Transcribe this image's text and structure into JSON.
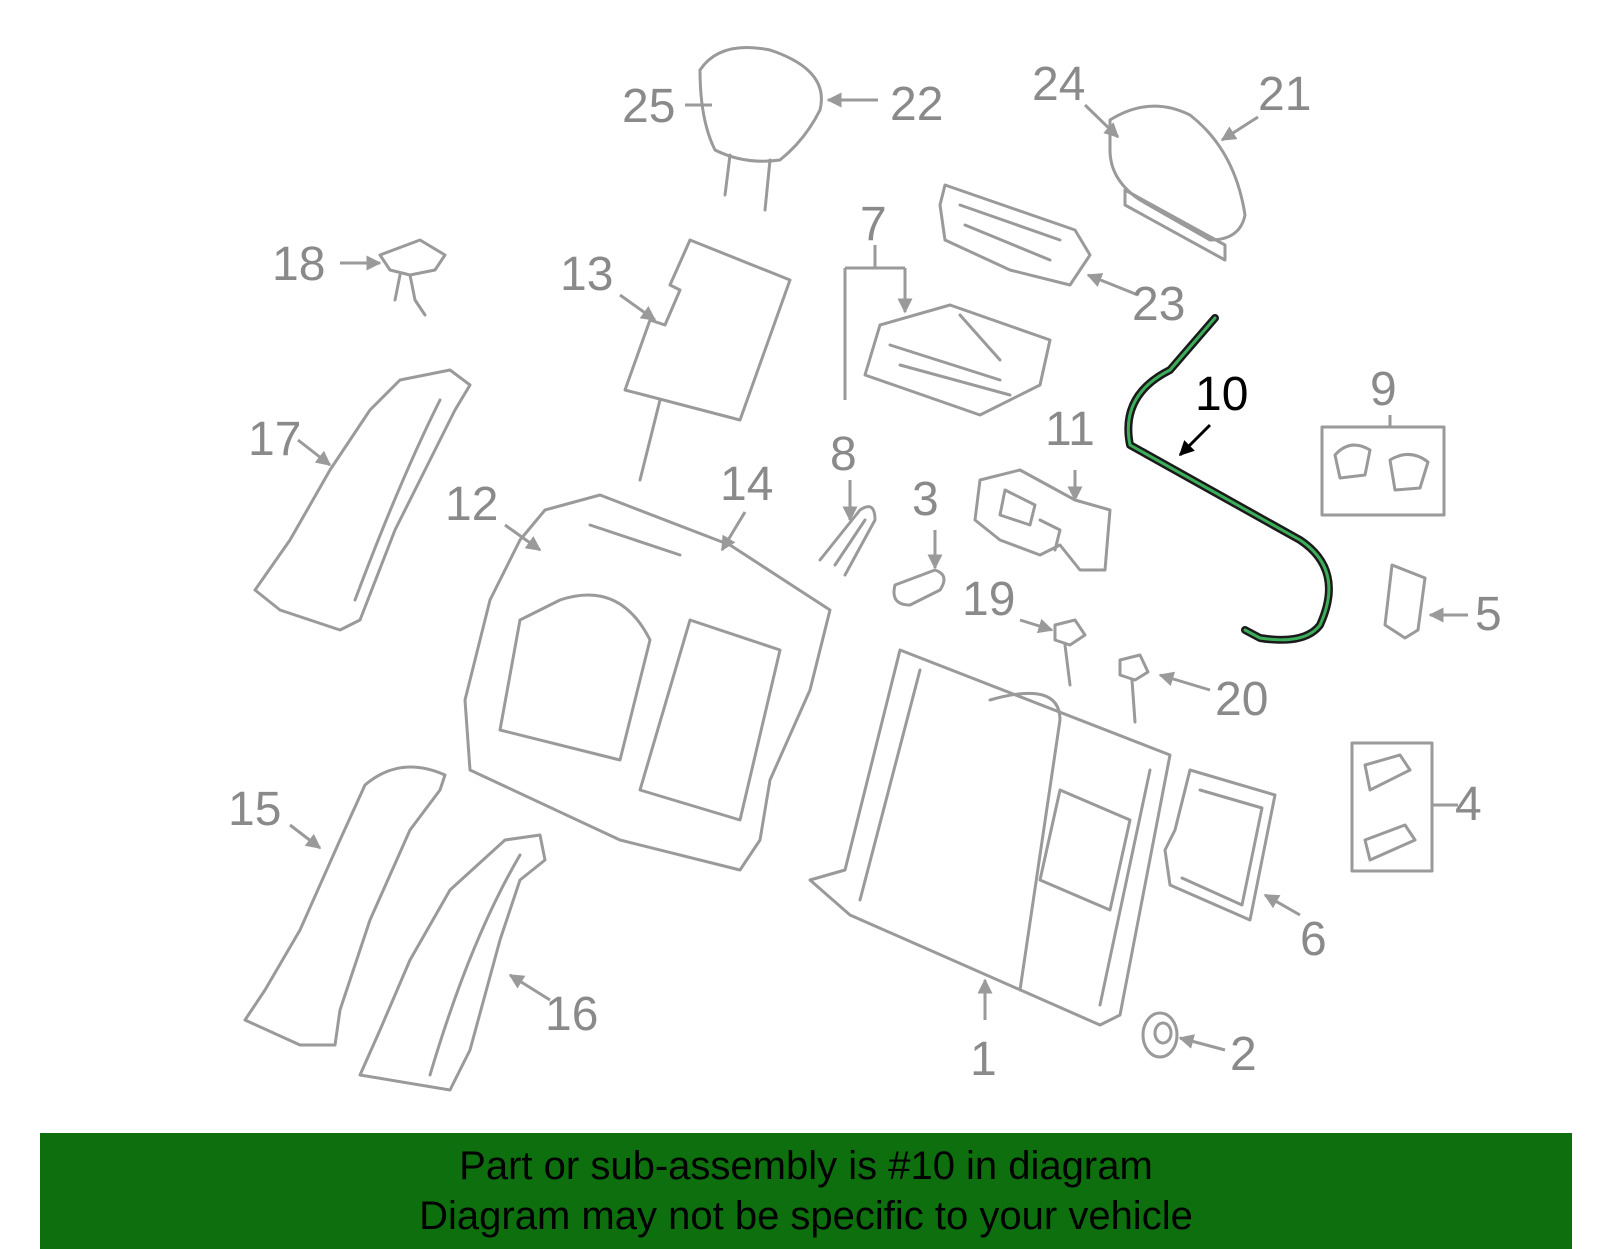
{
  "diagram": {
    "callouts": [
      "1",
      "2",
      "3",
      "4",
      "5",
      "6",
      "7",
      "8",
      "9",
      "10",
      "11",
      "12",
      "13",
      "14",
      "15",
      "16",
      "17",
      "18",
      "19",
      "20",
      "21",
      "22",
      "23",
      "24",
      "25"
    ],
    "highlighted_callout": "10",
    "colors": {
      "part_outline": "#9a9a9a",
      "callout_text": "#8a8a8a",
      "highlight_cable": "#3cae5a",
      "banner_bg": "#0e6f0e"
    }
  },
  "banner": {
    "line1": "Part or sub-assembly is #10 in diagram",
    "line2": "Diagram may not be specific to your vehicle"
  }
}
